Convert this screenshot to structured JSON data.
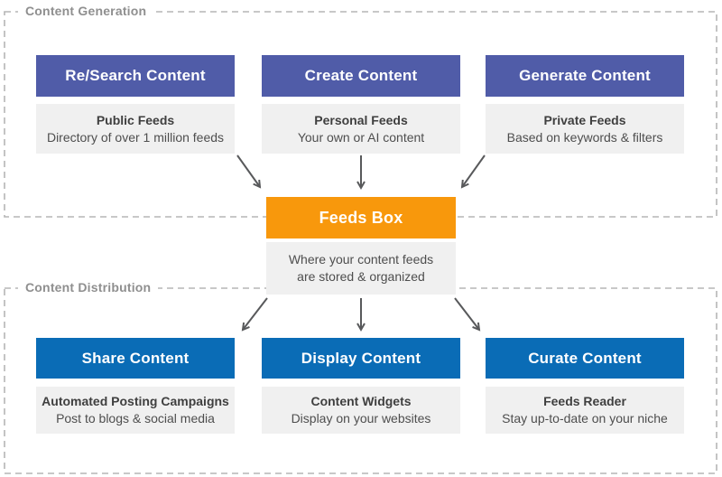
{
  "colors": {
    "generation_header_bg": "#505ca8",
    "distribution_header_bg": "#0a6cb6",
    "hub_header_bg": "#f8980c",
    "card_bg": "#f0f0f0",
    "header_text": "#ffffff",
    "card_title_text": "#3f3f3f",
    "card_subtitle_text": "#4e4e4e",
    "region_border": "#b5b5b5",
    "region_label_text": "#8f8f8f",
    "arrow": "#58595b",
    "background": "#ffffff"
  },
  "generation": {
    "label": "Content Generation",
    "columns": [
      {
        "header": "Re/Search Content",
        "title": "Public Feeds",
        "subtitle": "Directory of over 1 million feeds"
      },
      {
        "header": "Create Content",
        "title": "Personal Feeds",
        "subtitle": "Your own or AI content"
      },
      {
        "header": "Generate Content",
        "title": "Private Feeds",
        "subtitle": "Based on keywords & filters"
      }
    ]
  },
  "hub": {
    "header": "Feeds Box",
    "description": "Where your content feeds are stored & organized"
  },
  "distribution": {
    "label": "Content Distribution",
    "columns": [
      {
        "header": "Share Content",
        "title": "Automated Posting Campaigns",
        "subtitle": "Post to blogs & social media"
      },
      {
        "header": "Display Content",
        "title": "Content Widgets",
        "subtitle": "Display on your websites"
      },
      {
        "header": "Curate Content",
        "title": "Feeds Reader",
        "subtitle": "Stay up-to-date on your niche"
      }
    ]
  }
}
